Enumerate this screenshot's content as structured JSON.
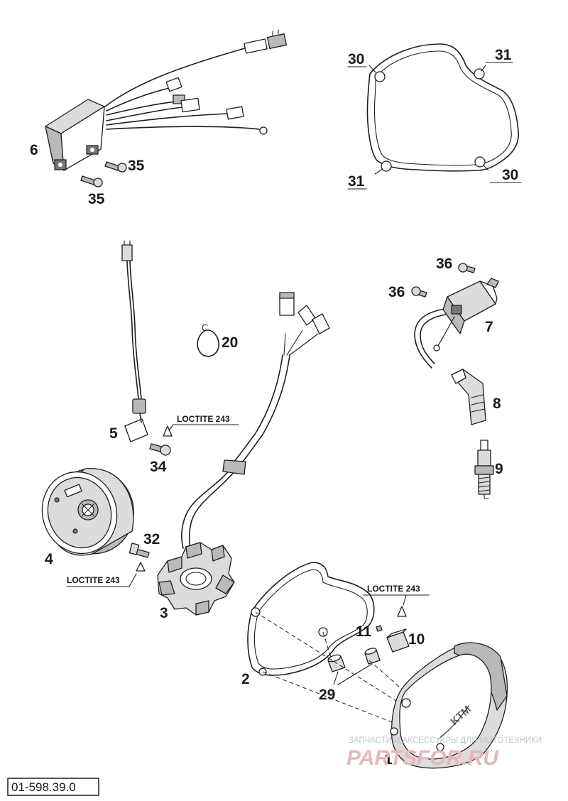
{
  "diagram": {
    "drawing_code": "01-598.39.0",
    "loctite_note": "LOCTITE 243",
    "watermark": {
      "tagline": "ЗАПЧАСТИ И АКСЕССУАРЫ ДЛЯ МОТОТЕХНИКИ",
      "brand": "PARTSFOR.RU"
    },
    "callouts": {
      "p1": "1",
      "p2": "2",
      "p3": "3",
      "p4": "4",
      "p5": "5",
      "p6": "6",
      "p7": "7",
      "p8": "8",
      "p9": "9",
      "p10": "10",
      "p11": "11",
      "p20": "20",
      "p29": "29",
      "p30a": "30",
      "p30b": "30",
      "p31a": "31",
      "p31b": "31",
      "p32": "32",
      "p34": "34",
      "p35a": "35",
      "p35b": "35",
      "p36a": "36",
      "p36b": "36"
    }
  }
}
